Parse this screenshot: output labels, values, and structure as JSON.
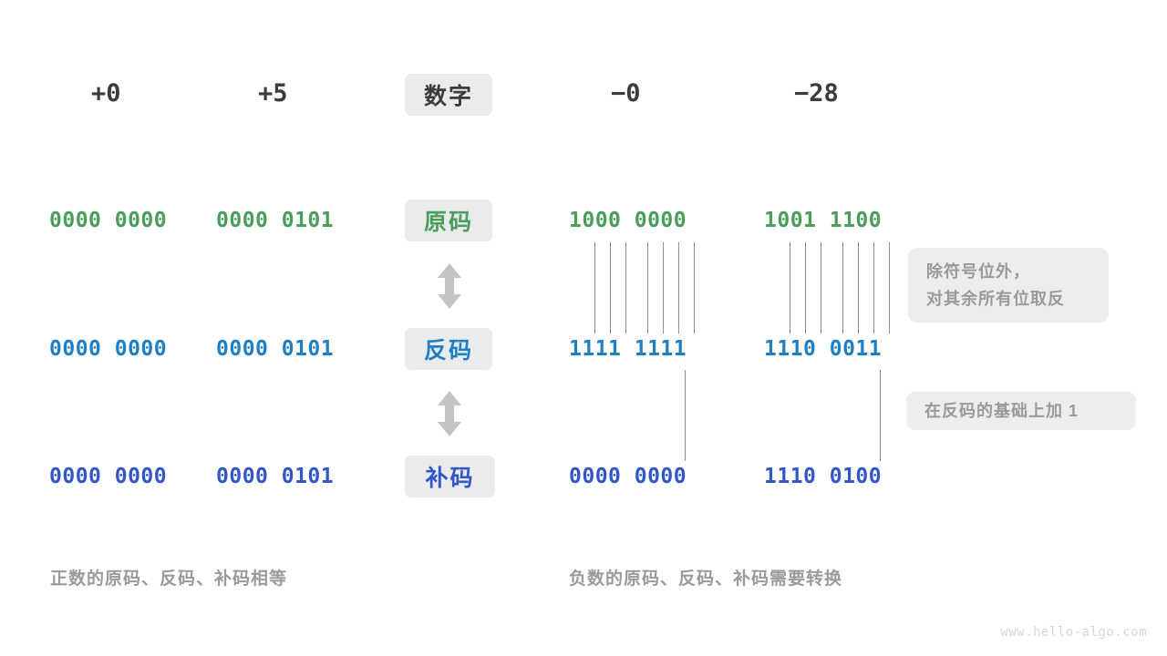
{
  "colors": {
    "green": "#4a9d5c",
    "blue": "#1f7fc4",
    "indigo": "#3355cc",
    "dark": "#3b3b3b",
    "muted": "#9a9a9a",
    "badge_bg": "#ebebeb",
    "note_bg": "#ededed",
    "line": "#8a8a8a",
    "watermark": "#d6d6d6",
    "background": "#ffffff"
  },
  "header": {
    "row_label": "数字",
    "values": {
      "pos_zero": "+0",
      "pos_five": "+5",
      "neg_zero": "−0",
      "neg_twentyeight": "−28"
    }
  },
  "rows": {
    "true_form": {
      "label": "原码",
      "pos_zero": "0000 0000",
      "pos_five": "0000 0101",
      "neg_zero": "1000 0000",
      "neg_twentyeight": "1001 1100"
    },
    "ones_complement": {
      "label": "反码",
      "pos_zero": "0000 0000",
      "pos_five": "0000 0101",
      "neg_zero": "1111 1111",
      "neg_twentyeight": "1110 0011"
    },
    "twos_complement": {
      "label": "补码",
      "pos_zero": "0000 0000",
      "pos_five": "0000 0101",
      "neg_zero": "0000 0000",
      "neg_twentyeight": "1110 0100"
    }
  },
  "notes": {
    "invert": {
      "line1": "除符号位外，",
      "line2": "对其余所有位取反"
    },
    "add_one": {
      "line1": "在反码的基础上加  1"
    }
  },
  "captions": {
    "left": "正数的原码、反码、补码相等",
    "right": "负数的原码、反码、补码需要转换"
  },
  "watermark": "www.hello-algo.com"
}
